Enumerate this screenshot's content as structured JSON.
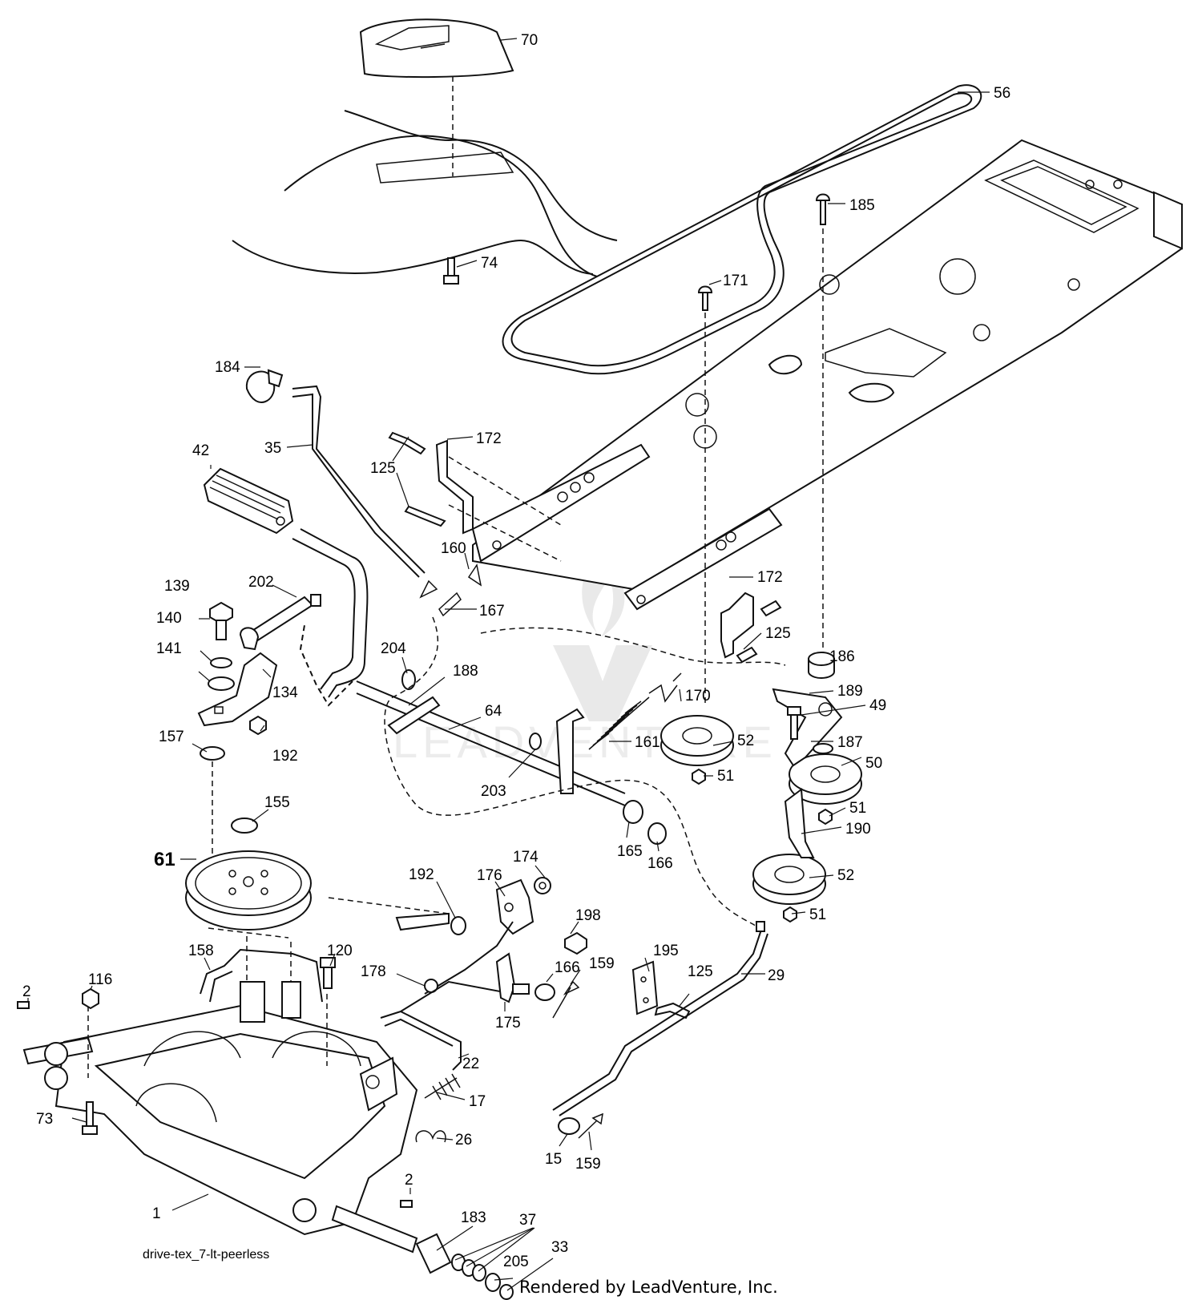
{
  "parts": [
    {
      "id": "70"
    },
    {
      "id": "56"
    },
    {
      "id": "185"
    },
    {
      "id": "74"
    },
    {
      "id": "171"
    },
    {
      "id": "184"
    },
    {
      "id": "35"
    },
    {
      "id": "42"
    },
    {
      "id": "125"
    },
    {
      "id": "172"
    },
    {
      "id": "160"
    },
    {
      "id": "167"
    },
    {
      "id": "139"
    },
    {
      "id": "202"
    },
    {
      "id": "140"
    },
    {
      "id": "141"
    },
    {
      "id": "134"
    },
    {
      "id": "157"
    },
    {
      "id": "192"
    },
    {
      "id": "204"
    },
    {
      "id": "188"
    },
    {
      "id": "64"
    },
    {
      "id": "161"
    },
    {
      "id": "170"
    },
    {
      "id": "52"
    },
    {
      "id": "51"
    },
    {
      "id": "189"
    },
    {
      "id": "49"
    },
    {
      "id": "186"
    },
    {
      "id": "187"
    },
    {
      "id": "50"
    },
    {
      "id": "190"
    },
    {
      "id": "203"
    },
    {
      "id": "165"
    },
    {
      "id": "166"
    },
    {
      "id": "155"
    },
    {
      "id": "61"
    },
    {
      "id": "176"
    },
    {
      "id": "174"
    },
    {
      "id": "198"
    },
    {
      "id": "158"
    },
    {
      "id": "120"
    },
    {
      "id": "178"
    },
    {
      "id": "159"
    },
    {
      "id": "175"
    },
    {
      "id": "195"
    },
    {
      "id": "29"
    },
    {
      "id": "22"
    },
    {
      "id": "2"
    },
    {
      "id": "116"
    },
    {
      "id": "73"
    },
    {
      "id": "17"
    },
    {
      "id": "26"
    },
    {
      "id": "15"
    },
    {
      "id": "1"
    },
    {
      "id": "183"
    },
    {
      "id": "37"
    },
    {
      "id": "205"
    },
    {
      "id": "33"
    }
  ],
  "labels": [
    {
      "part": "70"
    },
    {
      "part": "56"
    },
    {
      "part": "185"
    },
    {
      "part": "74"
    },
    {
      "part": "171"
    },
    {
      "part": "184"
    },
    {
      "part": "35"
    },
    {
      "part": "42"
    },
    {
      "part": "125"
    },
    {
      "part": "172"
    },
    {
      "part": "160"
    },
    {
      "part": "167"
    },
    {
      "part": "139"
    },
    {
      "part": "202"
    },
    {
      "part": "140"
    },
    {
      "part": "172"
    },
    {
      "part": "141"
    },
    {
      "part": "134"
    },
    {
      "part": "204"
    },
    {
      "part": "125"
    },
    {
      "part": "186"
    },
    {
      "part": "188"
    },
    {
      "part": "189"
    },
    {
      "part": "170"
    },
    {
      "part": "49"
    },
    {
      "part": "64"
    },
    {
      "part": "157"
    },
    {
      "part": "192"
    },
    {
      "part": "161"
    },
    {
      "part": "52"
    },
    {
      "part": "187"
    },
    {
      "part": "50"
    },
    {
      "part": "51"
    },
    {
      "part": "203"
    },
    {
      "part": "51"
    },
    {
      "part": "155"
    },
    {
      "part": "190"
    },
    {
      "part": "165"
    },
    {
      "part": "166"
    },
    {
      "part": "61"
    },
    {
      "part": "174"
    },
    {
      "part": "52"
    },
    {
      "part": "192"
    },
    {
      "part": "176"
    },
    {
      "part": "51"
    },
    {
      "part": "198"
    },
    {
      "part": "195"
    },
    {
      "part": "158"
    },
    {
      "part": "120"
    },
    {
      "part": "166"
    },
    {
      "part": "159"
    },
    {
      "part": "125"
    },
    {
      "part": "178"
    },
    {
      "part": "29"
    },
    {
      "part": "2"
    },
    {
      "part": "116"
    },
    {
      "part": "175"
    },
    {
      "part": "22"
    },
    {
      "part": "17"
    },
    {
      "part": "73"
    },
    {
      "part": "26"
    },
    {
      "part": "15"
    },
    {
      "part": "159"
    },
    {
      "part": "2"
    },
    {
      "part": "1"
    },
    {
      "part": "37"
    },
    {
      "part": "183"
    },
    {
      "part": "205"
    },
    {
      "part": "33"
    }
  ],
  "caption": "drive-tex_7-lt-peerless",
  "credit": "Rendered by LeadVenture, Inc.",
  "watermark": "LEADVENTURE"
}
